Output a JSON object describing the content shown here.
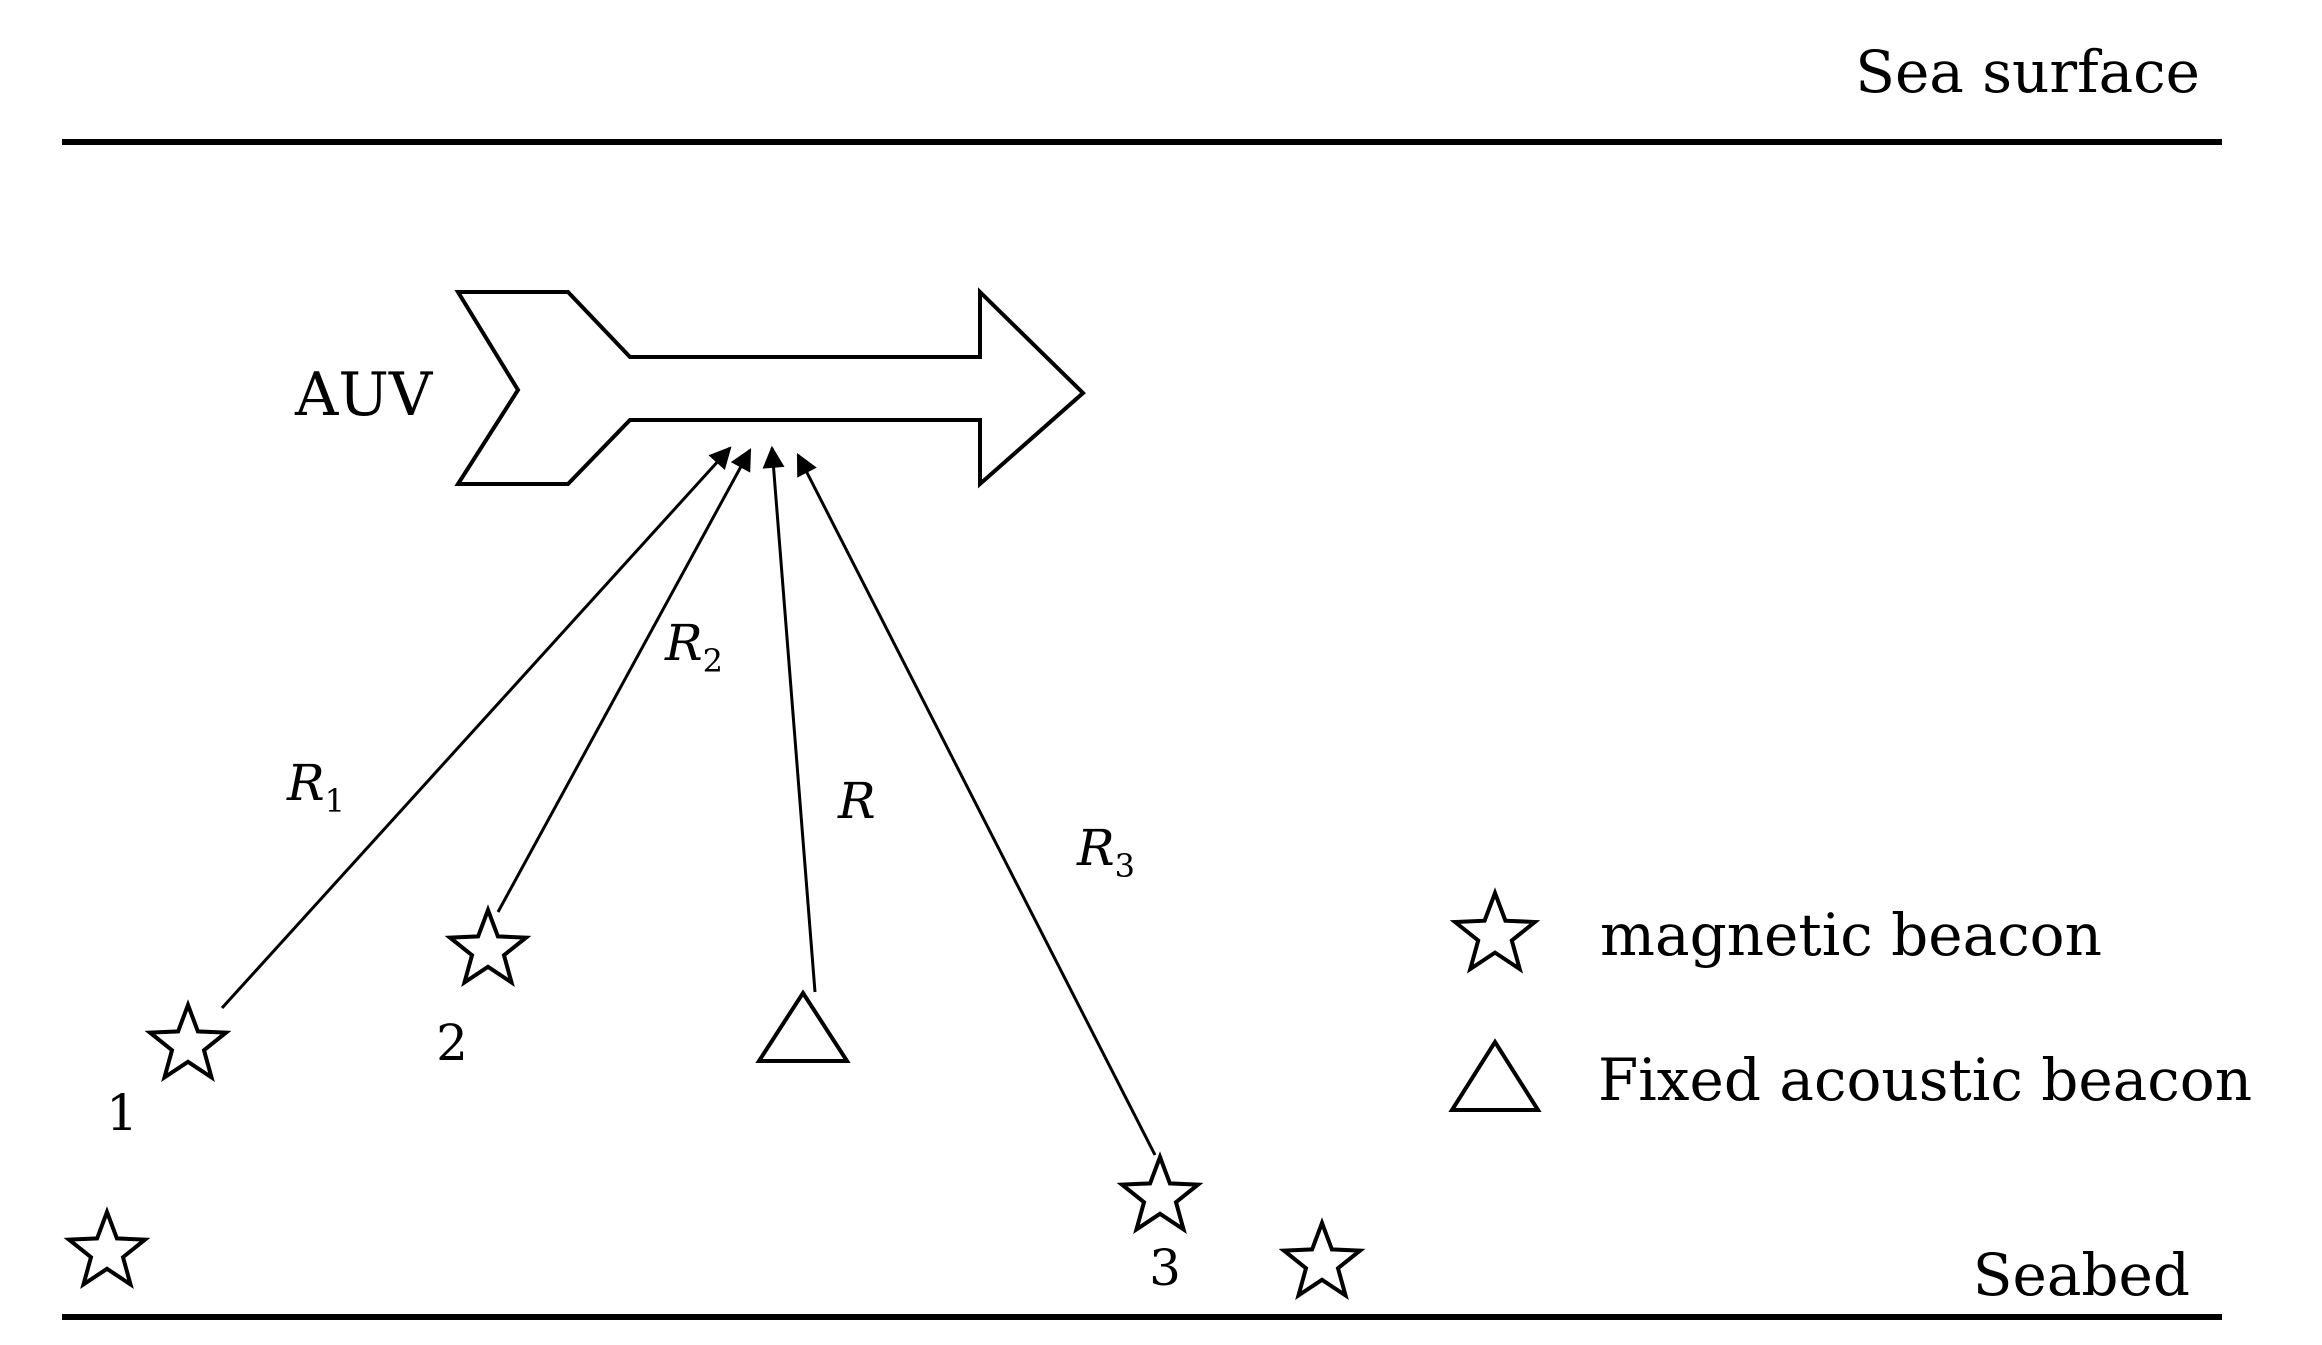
{
  "labels": {
    "sea_surface": "Sea surface",
    "seabed": "Seabed",
    "auv": "AUV"
  },
  "ranges": {
    "r1": {
      "base": "R",
      "sub": "1"
    },
    "r2": {
      "base": "R",
      "sub": "2"
    },
    "r": {
      "base": "R",
      "sub": ""
    },
    "r3": {
      "base": "R",
      "sub": "3"
    }
  },
  "beacon_numbers": {
    "b1": "1",
    "b2": "2",
    "b3": "3"
  },
  "legend": {
    "magnetic": {
      "icon": "star-icon",
      "label": "magnetic beacon"
    },
    "acoustic": {
      "icon": "triangle-icon",
      "label": "Fixed acoustic beacon"
    }
  },
  "colors": {
    "line": "#000000",
    "background": "#ffffff"
  }
}
